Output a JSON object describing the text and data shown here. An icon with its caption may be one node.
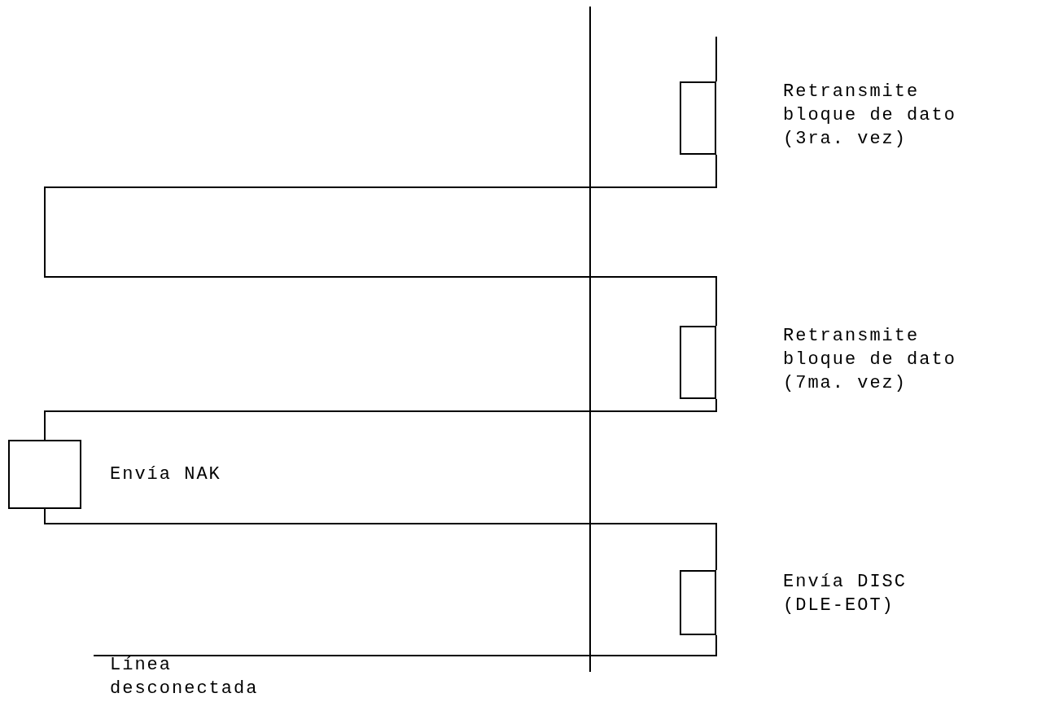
{
  "diagram": {
    "nodes": [
      {
        "text": [],
        "shape": "box",
        "beside": [
          "Retransmite bloque de dato (3ra. vez)"
        ]
      },
      {
        "text": [],
        "shape": "box",
        "beside": [
          "Retransmite bloque de dato (7ma. vez)"
        ]
      },
      {
        "text": [],
        "shape": "box",
        "beside": [
          "Envía NAK"
        ]
      },
      {
        "text": [],
        "shape": "box",
        "beside": [
          "Envía DISC (DLE-EOT)"
        ]
      }
    ],
    "edges": [
      {
        "from": null,
        "to": 0,
        "arrow": "none"
      },
      {
        "from": 0,
        "to": 1,
        "arrow": "none"
      },
      {
        "from": 1,
        "to": 2,
        "arrow": "none"
      },
      {
        "from": 2,
        "to": 3,
        "arrow": "none"
      },
      {
        "from": 3,
        "to": null,
        "arrow": "none"
      }
    ],
    "labels": [
      "Línea desconectada"
    ]
  }
}
